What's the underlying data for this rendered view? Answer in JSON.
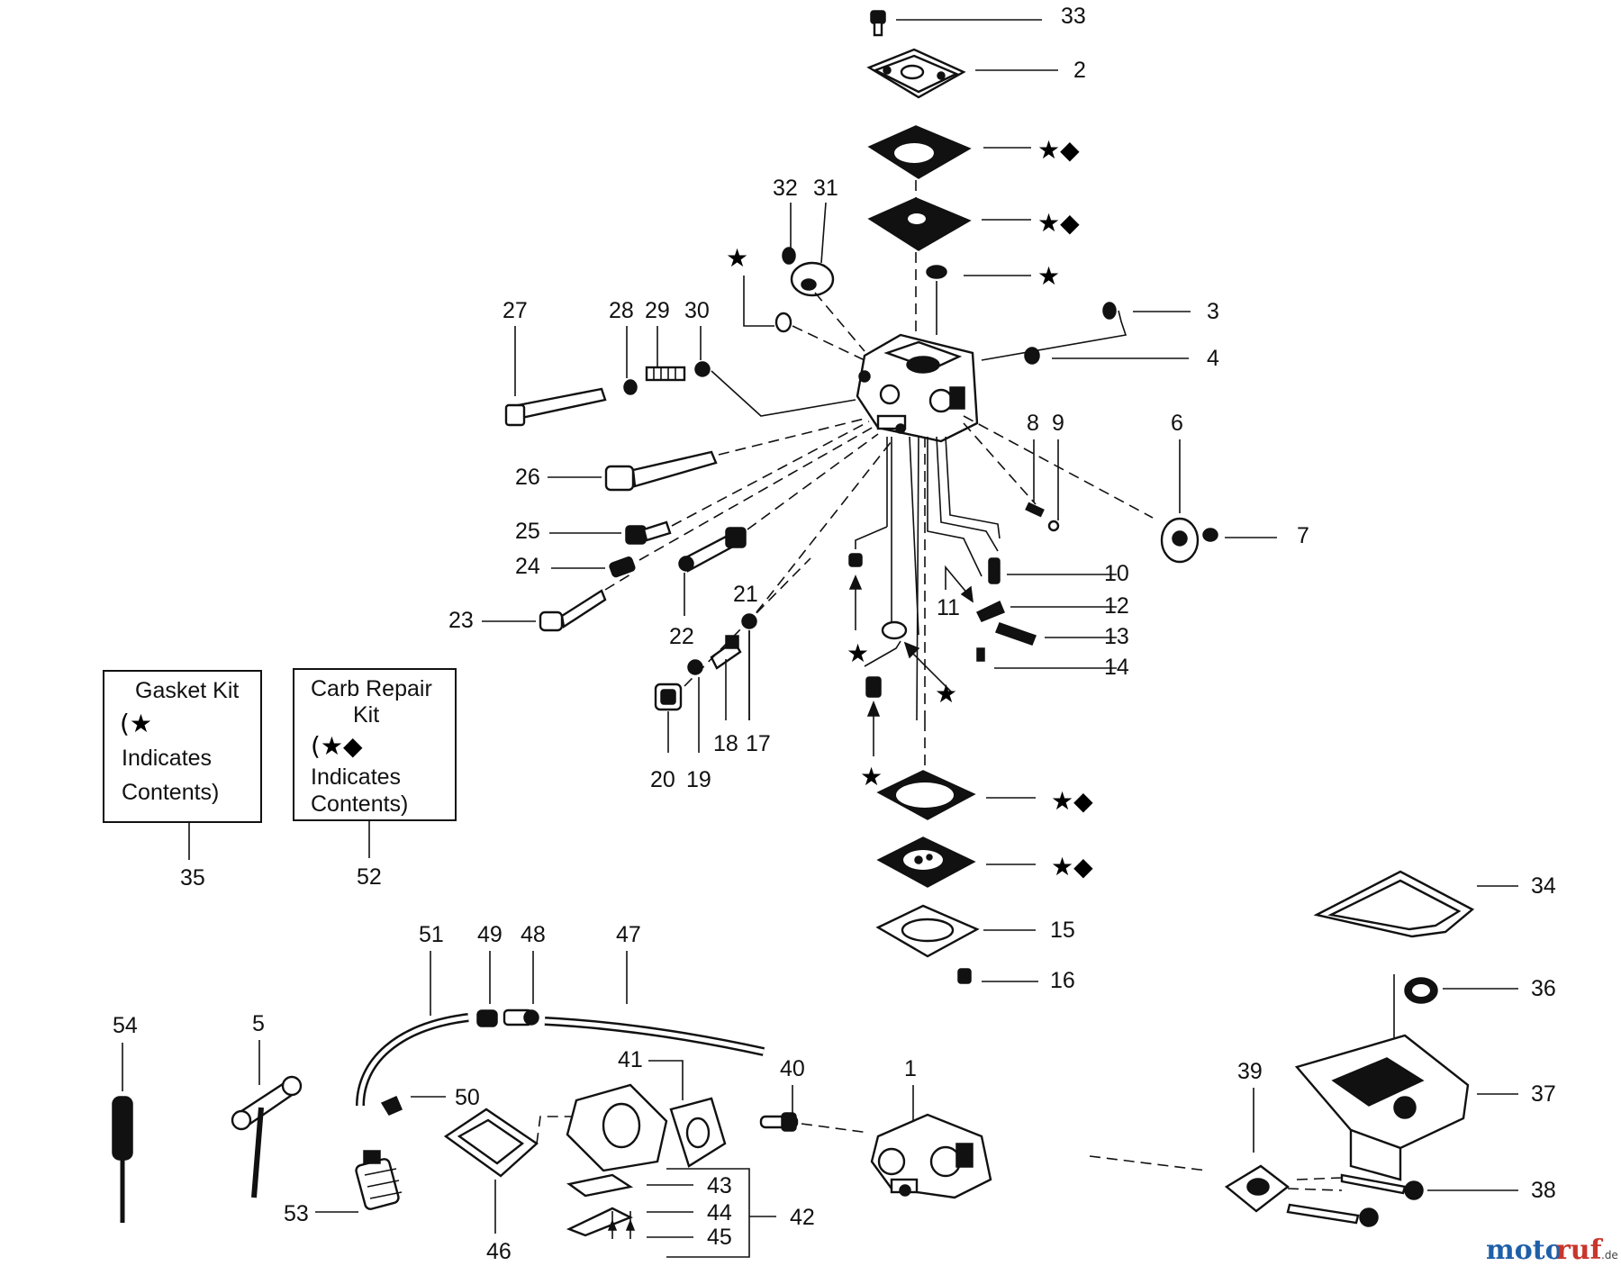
{
  "callouts": {
    "p1": "1",
    "p2": "2",
    "p3": "3",
    "p4": "4",
    "p5": "5",
    "p6": "6",
    "p7": "7",
    "p8": "8",
    "p9": "9",
    "p10": "10",
    "p11": "11",
    "p12": "12",
    "p13": "13",
    "p14": "14",
    "p15": "15",
    "p16": "16",
    "p17": "17",
    "p18": "18",
    "p19": "19",
    "p20": "20",
    "p21": "21",
    "p22": "22",
    "p23": "23",
    "p24": "24",
    "p25": "25",
    "p26": "26",
    "p27": "27",
    "p28": "28",
    "p29": "29",
    "p30": "30",
    "p31": "31",
    "p32": "32",
    "p33": "33",
    "p34": "34",
    "p35": "35",
    "p36": "36",
    "p37": "37",
    "p38": "38",
    "p39": "39",
    "p40": "40",
    "p41": "41",
    "p42": "42",
    "p43": "43",
    "p44": "44",
    "p45": "45",
    "p46": "46",
    "p47": "47",
    "p48": "48",
    "p49": "49",
    "p50": "50",
    "p51": "51",
    "p52": "52",
    "p53": "53",
    "p54": "54"
  },
  "symbols": {
    "star": "★",
    "star_diamond": "★◆",
    "gasket_kit_sym": "(★",
    "carb_kit_sym": "(★◆"
  },
  "gasket_kit": {
    "line1": "Gasket Kit",
    "line3": "Indicates",
    "line4": "Contents)"
  },
  "carb_repair_kit": {
    "line1": "Carb Repair",
    "line2": "Kit",
    "line4": "Indicates",
    "line5": "Contents)"
  },
  "watermark": {
    "part1": "moto",
    "part2": "ruf",
    "suffix": ".de"
  }
}
